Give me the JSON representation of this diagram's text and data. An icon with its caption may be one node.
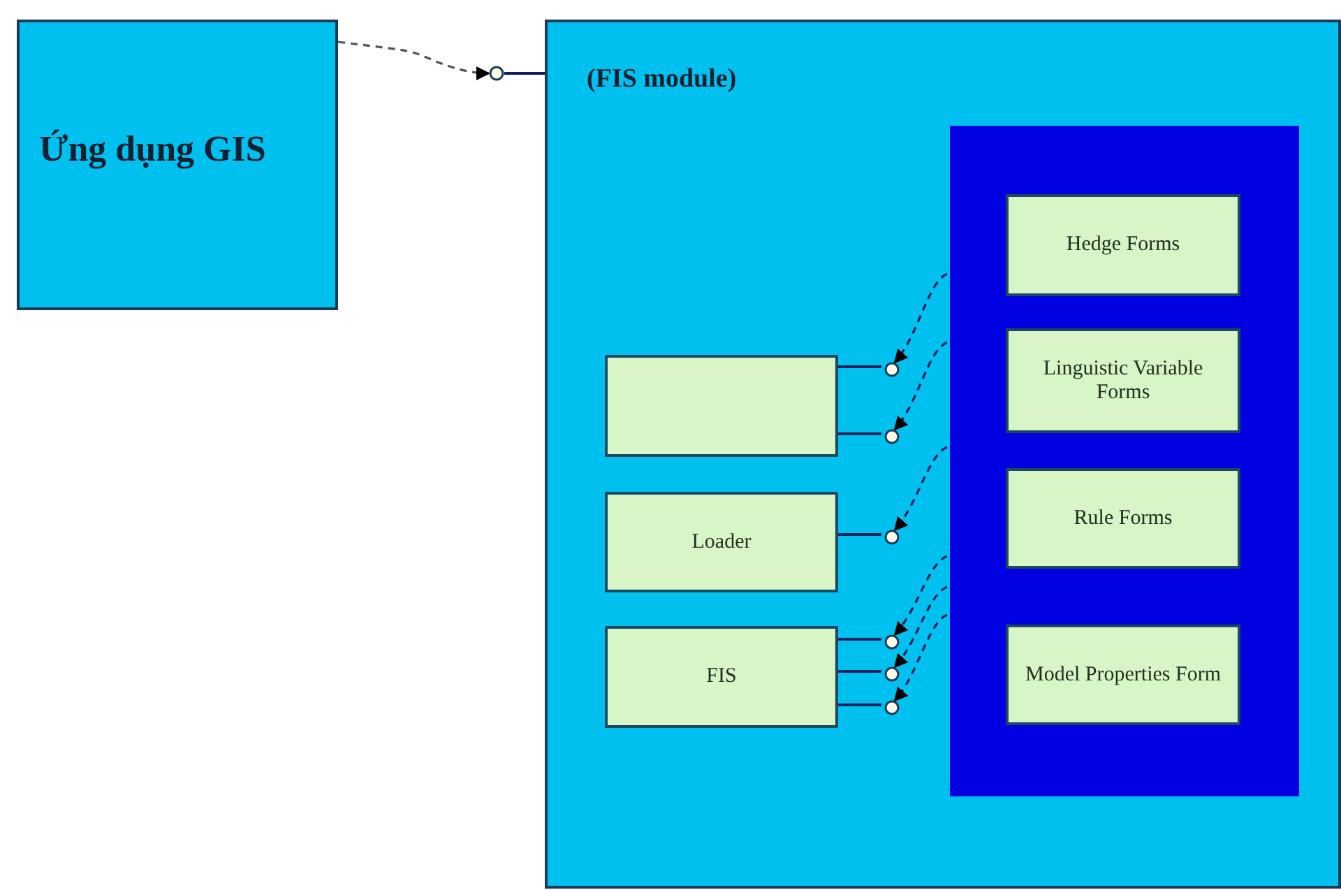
{
  "diagram": {
    "nodes": [
      {
        "text": [
          "Ứng dụng GIS"
        ]
      },
      {
        "text": [
          "(FIS module)"
        ]
      },
      {
        "text": [],
        "shape": "box",
        "in": 1
      },
      {
        "text": [
          "Loader"
        ],
        "in": 1
      },
      {
        "text": [
          "FIS"
        ],
        "in": 1
      },
      {
        "text": [],
        "shape": "box",
        "in": 1
      },
      {
        "text": [
          "Hedge Forms"
        ],
        "in": 5
      },
      {
        "text": [
          "Linguistic Variable Forms"
        ],
        "in": 5
      },
      {
        "text": [
          "Rule Forms"
        ],
        "in": 5
      },
      {
        "text": [
          "Model Properties Form"
        ],
        "in": 5
      },
      {
        "text": [],
        "shape": "circle"
      },
      {
        "text": [],
        "shape": "circle",
        "in": 1
      },
      {
        "text": [],
        "shape": "circle",
        "in": 1
      },
      {
        "text": [],
        "shape": "circle",
        "in": 1
      },
      {
        "text": [],
        "shape": "circle",
        "in": 1
      },
      {
        "text": [],
        "shape": "circle",
        "in": 1
      },
      {
        "text": [],
        "shape": "circle",
        "in": 1
      }
    ],
    "edges": [
      {
        "from": 0,
        "to": 10,
        "arrow": "to",
        "style": "dashed",
        "color": "#555555"
      },
      {
        "from": 1,
        "to": 10,
        "arrow": "none"
      },
      {
        "from": 2,
        "to": 11,
        "arrow": "none"
      },
      {
        "from": 2,
        "to": 12,
        "arrow": "none"
      },
      {
        "from": 3,
        "to": 13,
        "arrow": "none"
      },
      {
        "from": 4,
        "to": 14,
        "arrow": "none"
      },
      {
        "from": 4,
        "to": 15,
        "arrow": "none"
      },
      {
        "from": 4,
        "to": 16,
        "arrow": "none"
      },
      {
        "from": 5,
        "to": 11,
        "arrow": "to",
        "style": "dashed"
      },
      {
        "from": 5,
        "to": 12,
        "arrow": "to",
        "style": "dashed"
      },
      {
        "from": 5,
        "to": 13,
        "arrow": "to",
        "style": "dashed"
      },
      {
        "from": 5,
        "to": 14,
        "arrow": "to",
        "style": "dashed"
      },
      {
        "from": 5,
        "to": 15,
        "arrow": "to",
        "style": "dashed"
      },
      {
        "from": 5,
        "to": 16,
        "arrow": "to",
        "style": "dashed"
      }
    ]
  }
}
